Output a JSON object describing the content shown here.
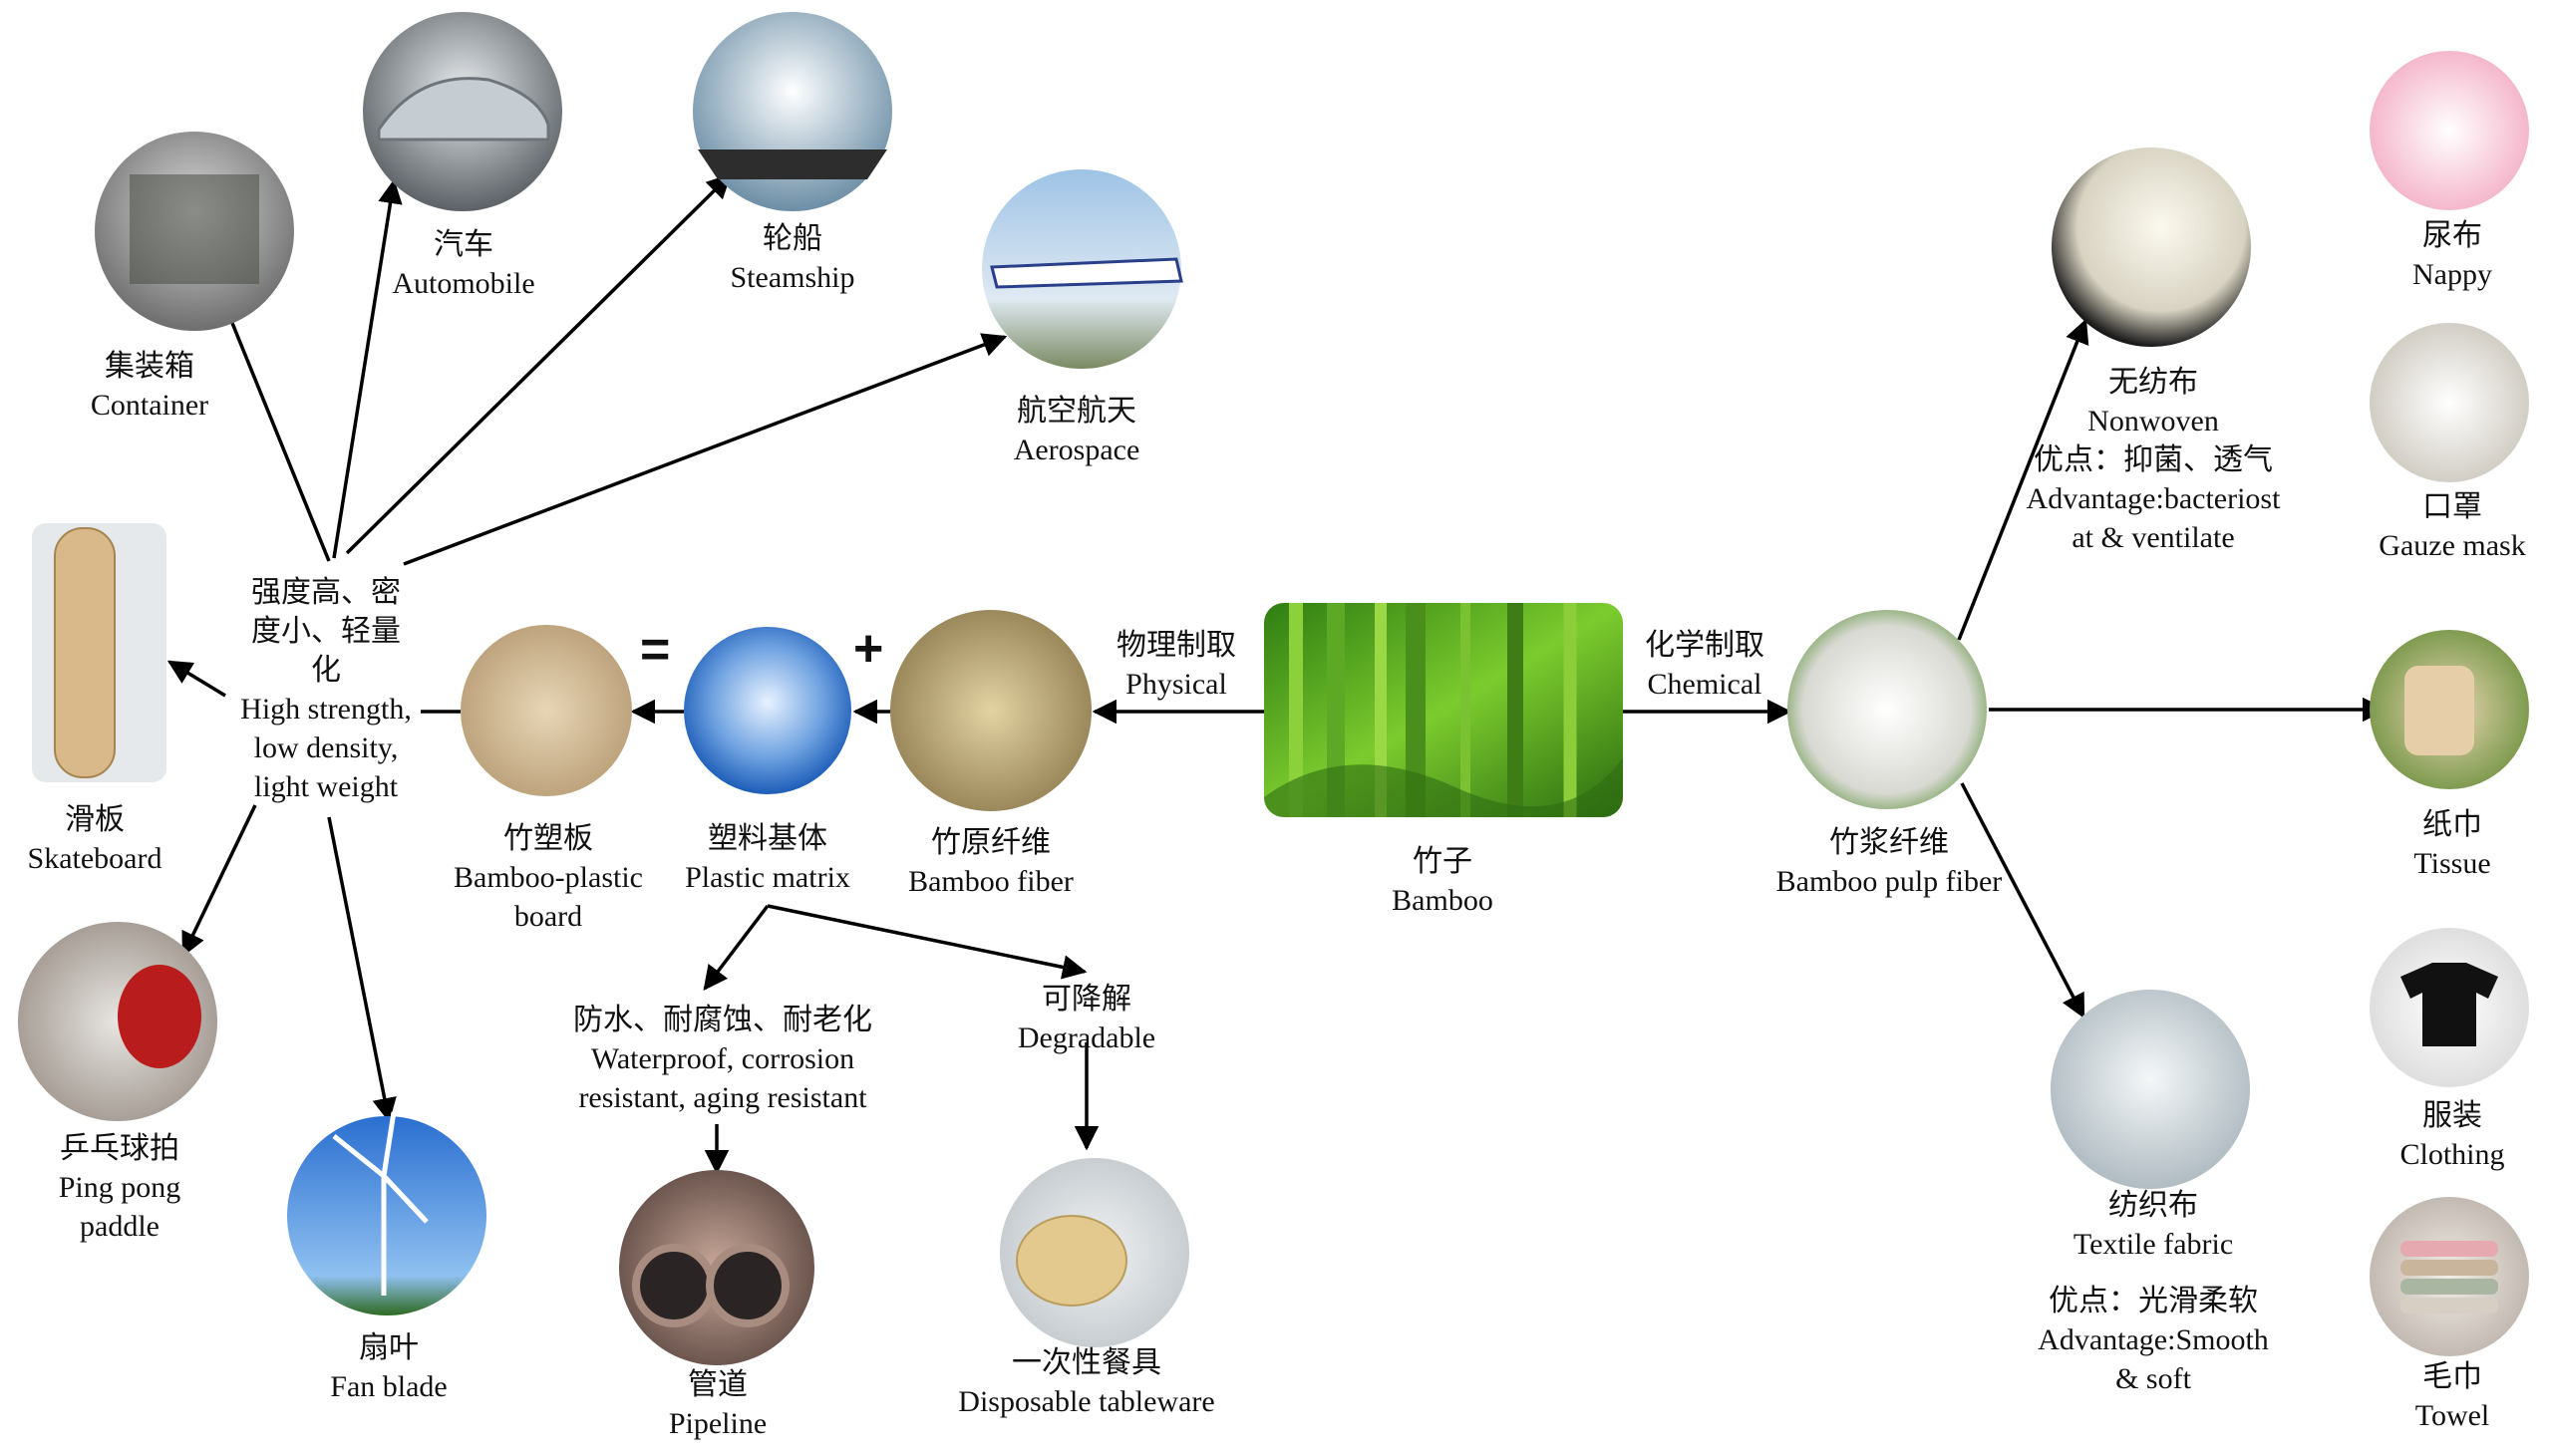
{
  "center": {
    "zh": "竹子",
    "en": "Bamboo"
  },
  "process": {
    "physical": {
      "zh": "物理制取",
      "en": "Physical"
    },
    "chemical": {
      "zh": "化学制取",
      "en": "Chemical"
    }
  },
  "symbols": {
    "plus": "+",
    "equals": "="
  },
  "left_chain": {
    "bamboo_fiber": {
      "zh": "竹原纤维",
      "en": "Bamboo fiber"
    },
    "plastic_matrix": {
      "zh": "塑料基体",
      "en": "Plastic matrix"
    },
    "bamboo_plastic": {
      "zh": "竹塑板",
      "en1": "Bamboo-plastic",
      "en2": "board"
    }
  },
  "properties": {
    "zh1": "强度高、密",
    "zh2": "度小、轻量",
    "zh3": "化",
    "en1": "High strength,",
    "en2": "low density,",
    "en3": "light weight"
  },
  "board_apps": {
    "container": {
      "zh": "集装箱",
      "en": "Container"
    },
    "automobile": {
      "zh": "汽车",
      "en": "Automobile"
    },
    "steamship": {
      "zh": "轮船",
      "en": "Steamship"
    },
    "aerospace": {
      "zh": "航空航天",
      "en": "Aerospace"
    },
    "skateboard": {
      "zh": "滑板",
      "en": "Skateboard"
    },
    "pingpong": {
      "zh": "乒乓球拍",
      "en1": "Ping pong",
      "en2": "paddle"
    },
    "fanblade": {
      "zh": "扇叶",
      "en": "Fan blade"
    }
  },
  "matrix_apps": {
    "waterproof": {
      "zh": "防水、耐腐蚀、耐老化",
      "en1": "Waterproof, corrosion",
      "en2": "resistant, aging resistant"
    },
    "degradable": {
      "zh": "可降解",
      "en": "Degradable"
    },
    "pipeline": {
      "zh": "管道",
      "en": "Pipeline"
    },
    "tableware": {
      "zh": "一次性餐具",
      "en": "Disposable tableware"
    }
  },
  "pulp": {
    "zh": "竹浆纤维",
    "en": "Bamboo pulp fiber"
  },
  "nonwoven": {
    "zh": "无纺布",
    "en": "Nonwoven",
    "adv_zh": "优点：抑菌、透气",
    "adv_en1": "Advantage:bacteriost",
    "adv_en2": "at & ventilate"
  },
  "textile": {
    "zh": "纺织布",
    "en": "Textile fabric",
    "adv_zh": "优点：光滑柔软",
    "adv_en1": "Advantage:Smooth",
    "adv_en2": "& soft"
  },
  "right_apps": {
    "nappy": {
      "zh": "尿布",
      "en": "Nappy"
    },
    "mask": {
      "zh": "口罩",
      "en": "Gauze mask"
    },
    "tissue": {
      "zh": "纸巾",
      "en": "Tissue"
    },
    "clothing": {
      "zh": "服装",
      "en": "Clothing"
    },
    "towel": {
      "zh": "毛巾",
      "en": "Towel"
    }
  }
}
